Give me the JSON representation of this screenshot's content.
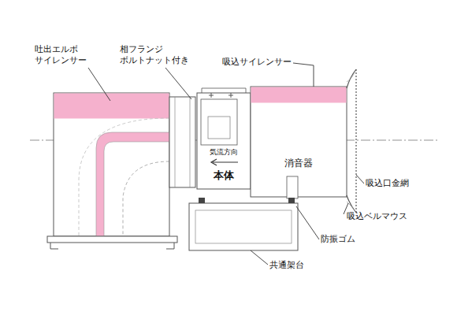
{
  "diagram": {
    "nodes": [
      {
        "text": [
          "気流方向",
          "本体"
        ]
      },
      {
        "text": [
          "消音器"
        ]
      }
    ],
    "labels": [
      "吐出エルボ サイレンサー",
      "相フランジ ボルトナット付き",
      "吸込サイレンサー",
      "吸込口金網",
      "吸込ベルマウス",
      "防振ゴム",
      "共通架台"
    ]
  }
}
